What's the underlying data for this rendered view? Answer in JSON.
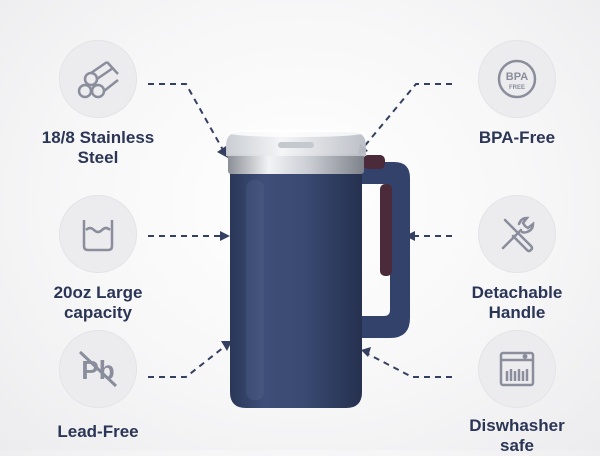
{
  "colors": {
    "text": "#2b3656",
    "icon": "#8a8e9c",
    "mug_body": "#3a4a72",
    "handle_grip": "#4b2a3a",
    "circle_bg": "#ececee"
  },
  "features": {
    "steel": {
      "label": "18/8 Stainless\nSteel",
      "icon": "steel-pipes-icon"
    },
    "capacity": {
      "label": "20oz Large\ncapacity",
      "icon": "water-cup-icon"
    },
    "lead": {
      "label": "Lead-Free",
      "icon": "lead-free-icon"
    },
    "bpa": {
      "label": "BPA-Free",
      "icon": "bpa-free-badge-icon",
      "badge_text": "BPA",
      "badge_subtext": "FREE"
    },
    "handle": {
      "label": "Detachable\nHandle",
      "icon": "tools-icon"
    },
    "dishwasher": {
      "label": "Diswhasher\nsafe",
      "icon": "dishwasher-icon"
    }
  },
  "icon_text": {
    "pb": "Pb"
  }
}
